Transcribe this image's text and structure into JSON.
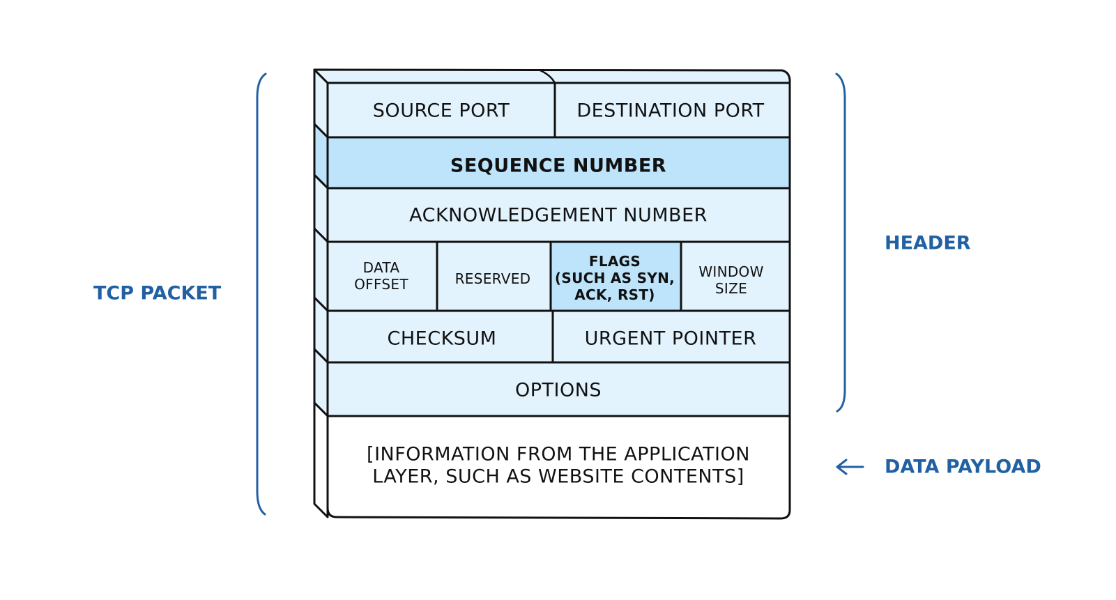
{
  "colors": {
    "light_fill": "#e3f3fd",
    "highlight_fill": "#bde4fb",
    "payload_fill": "#ffffff",
    "ink": "#111111",
    "label_blue": "#2161a3"
  },
  "fields": {
    "source_port": "SOURCE PORT",
    "destination_port": "DESTINATION PORT",
    "sequence_number": "SEQUENCE NUMBER",
    "acknowledgement_number": "ACKNOWLEDGEMENT NUMBER",
    "data_offset": [
      "DATA",
      "OFFSET"
    ],
    "reserved": "RESERVED",
    "flags": [
      "FLAGS",
      "(SUCH AS SYN,",
      "ACK, RST)"
    ],
    "window_size": [
      "WINDOW",
      "SIZE"
    ],
    "checksum": "CHECKSUM",
    "urgent_pointer": "URGENT POINTER",
    "options": "OPTIONS",
    "payload": [
      "[INFORMATION FROM THE APPLICATION",
      "LAYER, SUCH AS WEBSITE CONTENTS]"
    ]
  },
  "labels": {
    "tcp_packet": "TCP PACKET",
    "header": "HEADER",
    "data_payload": "DATA PAYLOAD"
  }
}
